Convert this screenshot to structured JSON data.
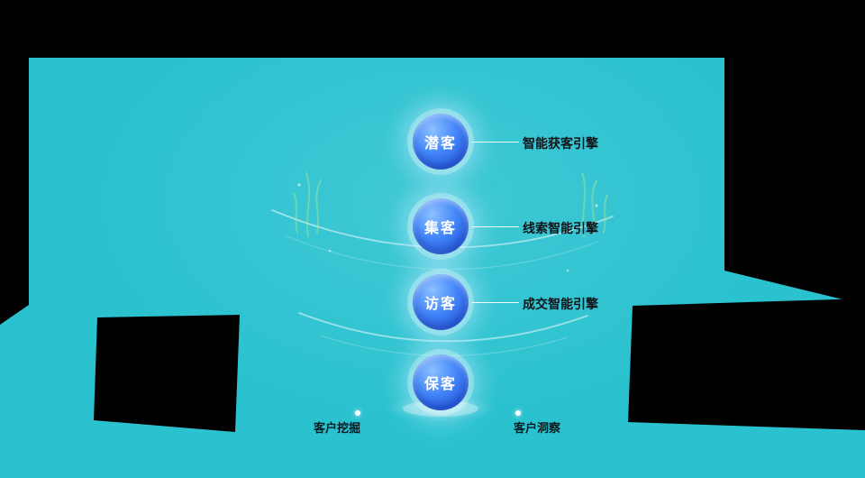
{
  "colors": {
    "background": "#000000",
    "panel_teal": "#2bc2d0",
    "badge_blue": "#3a7bf6",
    "badge_glow": "#bee9ff",
    "text_dark": "#101418",
    "white": "#ffffff",
    "plant_green": "#b8e986"
  },
  "funnel": {
    "stages": [
      {
        "name": "潜客",
        "engine": "智能获客引擎"
      },
      {
        "name": "集客",
        "engine": "线索智能引擎"
      },
      {
        "name": "访客",
        "engine": "成交智能引擎"
      },
      {
        "name": "保客",
        "engine": ""
      }
    ]
  },
  "footnotes": {
    "items": [
      {
        "label": "客户挖掘"
      },
      {
        "label": "客户洞察"
      }
    ]
  },
  "icons": {
    "bullet_dot": "white-dot"
  }
}
